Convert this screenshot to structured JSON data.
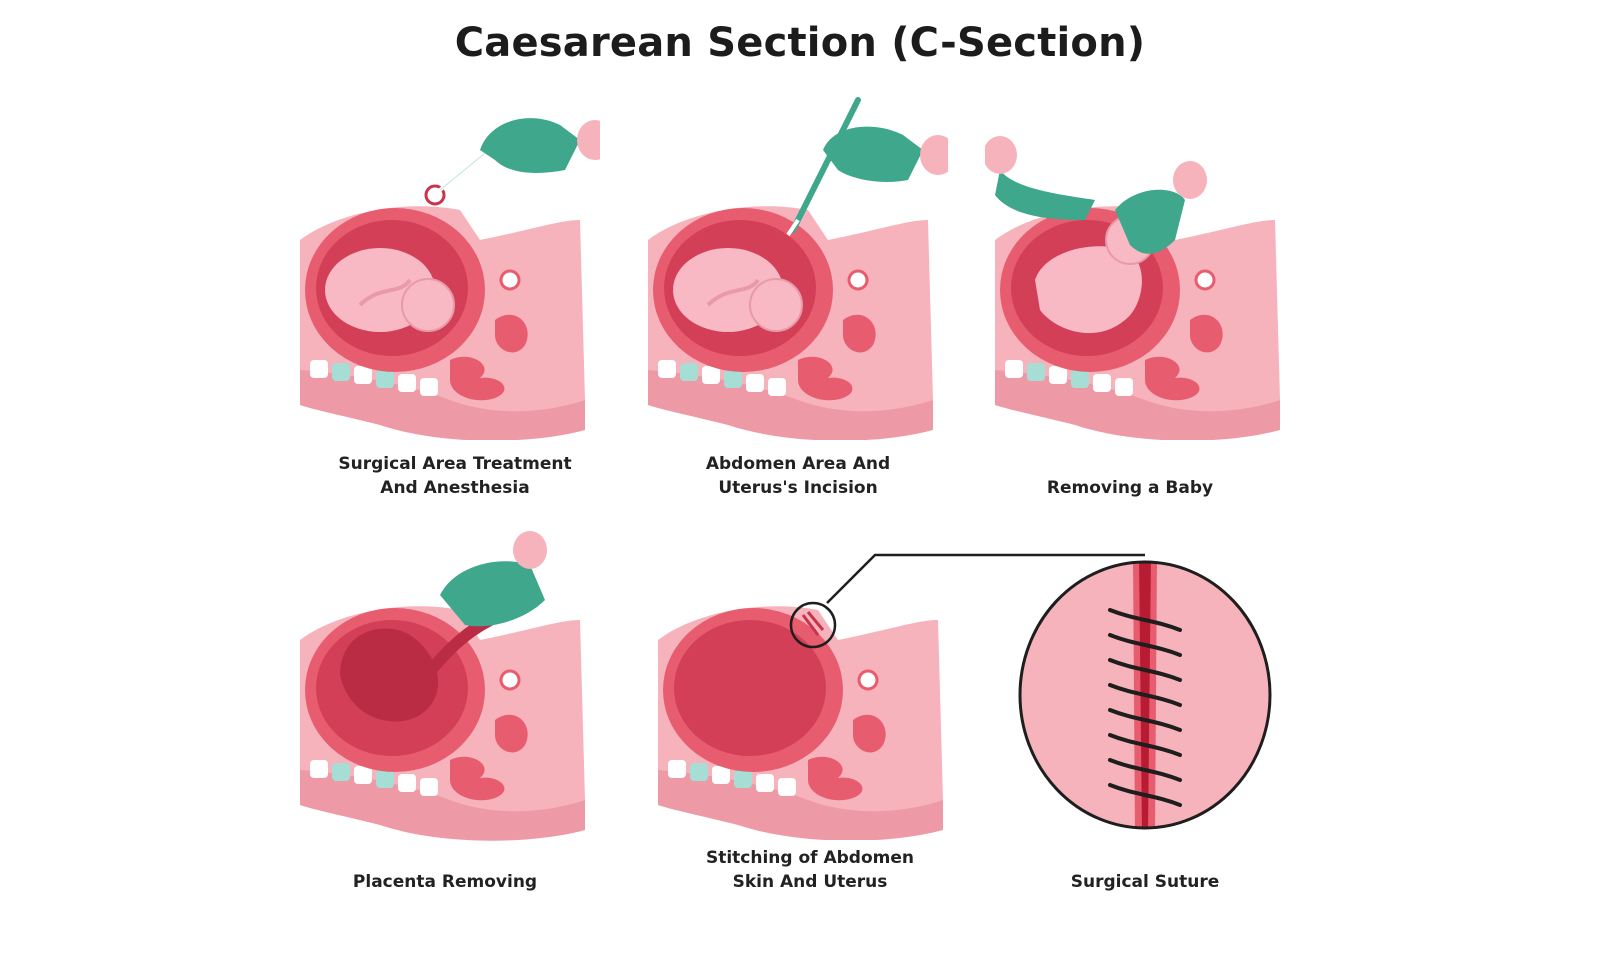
{
  "title": "Caesarean Section (C-Section)",
  "steps": [
    {
      "id": "s1",
      "lines": [
        "Surgical Area Treatment",
        "And Anesthesia"
      ]
    },
    {
      "id": "s2",
      "lines": [
        "Abdomen Area And",
        "Uterus's Incision"
      ]
    },
    {
      "id": "s3",
      "lines": [
        "Removing a Baby"
      ]
    },
    {
      "id": "s4",
      "lines": [
        "Placenta Removing"
      ]
    },
    {
      "id": "s5",
      "lines": [
        "Stitching of  Abdomen",
        "Skin And Uterus"
      ]
    },
    {
      "id": "s6",
      "lines": [
        "Surgical Suture"
      ]
    }
  ],
  "colors": {
    "skin": "#f6b3bb",
    "skin_dark": "#ee9aa6",
    "uterus": "#e85c70",
    "uterus_dark": "#c8344c",
    "cavity": "#d23f57",
    "baby": "#f8b8c4",
    "glove": "#3fa78c",
    "spine_white": "#ffffff",
    "spine_teal": "#a6ddd4",
    "stitch": "#1e1e1e"
  }
}
